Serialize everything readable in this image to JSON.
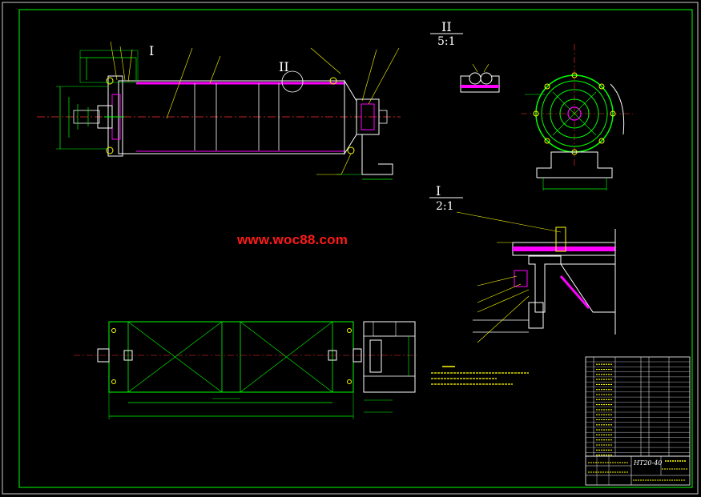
{
  "drawing": {
    "watermark": "www.woc88.com",
    "detail_I": {
      "label": "I",
      "scale": "2:1"
    },
    "detail_II": {
      "label": "II",
      "scale": "5:1"
    },
    "section_mark_I": "I",
    "section_mark_II": "II",
    "title_block": {
      "drawing_number": "HT20-40"
    },
    "colors": {
      "background": "#000000",
      "frame": "#00ff00",
      "outline": "#ffffff",
      "dimension": "#00ff00",
      "leader": "#ffff00",
      "centerline": "#ff0000",
      "hatch": "#ff00ff",
      "watermark": "#ff1a1a"
    }
  }
}
